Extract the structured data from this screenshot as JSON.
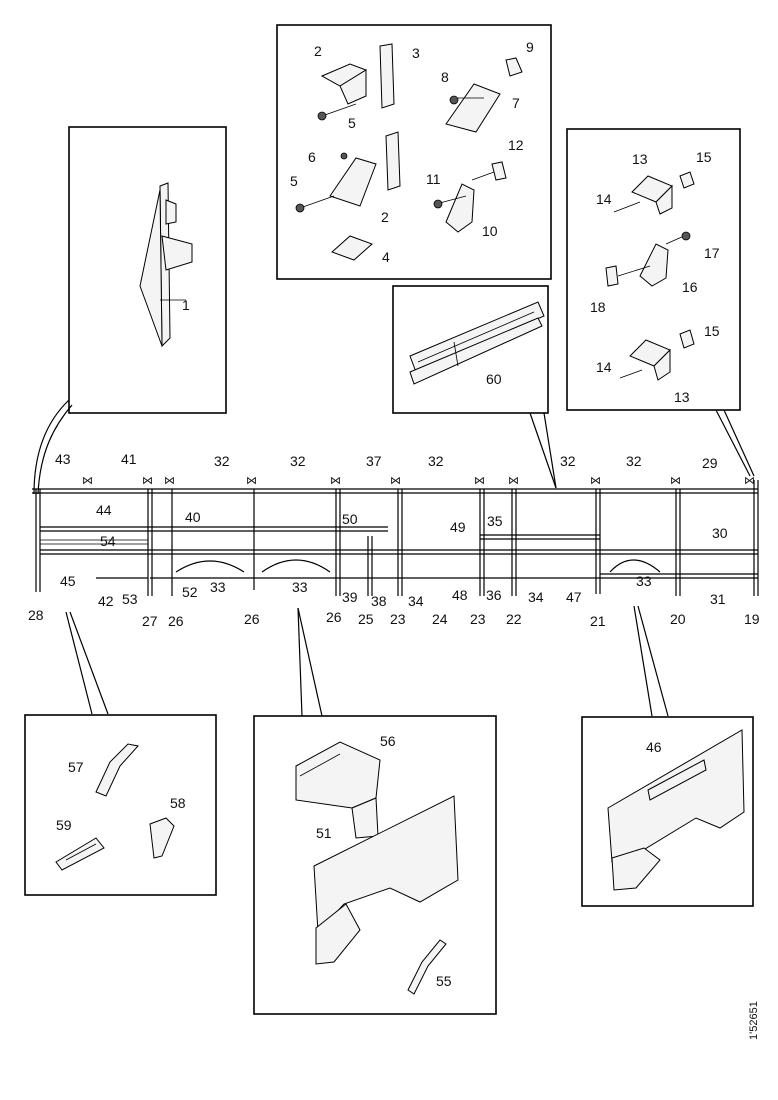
{
  "document_id": "1'52651",
  "callouts": {
    "c1": "1",
    "c2a": "2",
    "c2b": "2",
    "c3": "3",
    "c4": "4",
    "c5a": "5",
    "c5b": "5",
    "c6": "6",
    "c7": "7",
    "c8": "8",
    "c9": "9",
    "c10": "10",
    "c11": "11",
    "c12": "12",
    "c13a": "13",
    "c13b": "13",
    "c14a": "14",
    "c14b": "14",
    "c15a": "15",
    "c15b": "15",
    "c16": "16",
    "c17": "17",
    "c18": "18",
    "c60": "60",
    "f43": "43",
    "f41": "41",
    "f32a": "32",
    "f32b": "32",
    "f37": "37",
    "f32c": "32",
    "f32d": "32",
    "f32e": "32",
    "f29": "29",
    "f44": "44",
    "f40": "40",
    "f50": "50",
    "f49": "49",
    "f35": "35",
    "f30": "30",
    "f54": "54",
    "f45": "45",
    "f42": "42",
    "f53": "53",
    "f52": "52",
    "f33a": "33",
    "f39": "39",
    "f38": "38",
    "f34a": "34",
    "f48": "48",
    "f36": "36",
    "f34b": "34",
    "f47": "47",
    "f33b": "33",
    "f31": "31",
    "b28": "28",
    "b27": "27",
    "b26a": "26",
    "b26b": "26",
    "b33": "33",
    "b26c": "26",
    "b25": "25",
    "b23a": "23",
    "b24": "24",
    "b23b": "23",
    "b22": "22",
    "b21": "21",
    "b20": "20",
    "b19": "19",
    "c57": "57",
    "c58": "58",
    "c59": "59",
    "c56": "56",
    "c51": "51",
    "c55": "55",
    "c46": "46"
  }
}
